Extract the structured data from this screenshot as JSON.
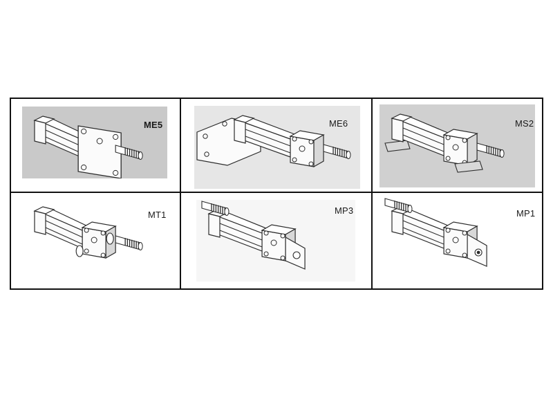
{
  "cells": [
    {
      "label": "ME5",
      "bold": true,
      "bg": "#c9c9c9",
      "photo": [
        16,
        11,
        210,
        104
      ],
      "labelPos": [
        192,
        30
      ],
      "type": "frontflange"
    },
    {
      "label": "ME6",
      "bold": false,
      "bg": "#e6e6e6",
      "photo": [
        19,
        10,
        240,
        120
      ],
      "labelPos": [
        214,
        28
      ],
      "type": "rearflange"
    },
    {
      "label": "MS2",
      "bold": false,
      "bg": "#d0d0d0",
      "photo": [
        10,
        8,
        225,
        120
      ],
      "labelPos": [
        206,
        28
      ],
      "type": "foot"
    },
    {
      "label": "MT1",
      "bold": false,
      "bg": "#ffffff",
      "photo": [
        16,
        6,
        210,
        118
      ],
      "labelPos": [
        198,
        24
      ],
      "type": "trunnion"
    },
    {
      "label": "MP3",
      "bold": false,
      "bg": "#f6f6f6",
      "photo": [
        22,
        10,
        230,
        118
      ],
      "labelPos": [
        222,
        18
      ],
      "type": "clevis"
    },
    {
      "label": "MP1",
      "bold": false,
      "bg": "#ffffff",
      "photo": [
        10,
        6,
        225,
        118
      ],
      "labelPos": [
        208,
        22
      ],
      "type": "doubleclevis"
    }
  ]
}
